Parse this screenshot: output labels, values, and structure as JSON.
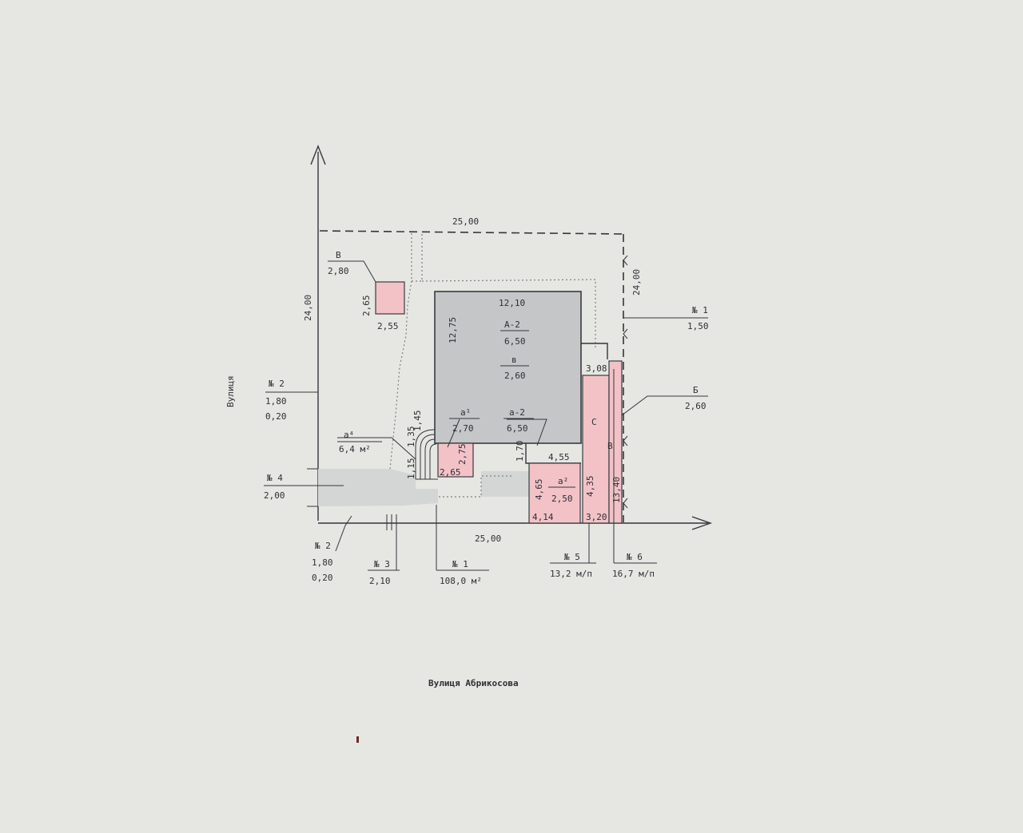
{
  "plot": {
    "width_top": "25,00",
    "width_bottom": "25,00",
    "height_left": "24,00",
    "height_right": "24,00"
  },
  "house": {
    "width": "12,10",
    "height": "12,75",
    "label": "A-2",
    "area": "6,50",
    "sub_label": "в",
    "sub_value": "2,60",
    "ext_label": "а-2",
    "ext_value": "6,50",
    "ext_side": "1,70",
    "ext_width": "4,55"
  },
  "shed_v": {
    "label": "В",
    "height_label": "2,80",
    "side_a": "2,65",
    "side_b": "2,55"
  },
  "porch": {
    "label": "а¹",
    "value": "2,70",
    "side_a": "2,75",
    "side_b": "2,65"
  },
  "stairs": {
    "label": "а⁴",
    "area": "6,4 м²",
    "dim_a": "1,45",
    "dim_b": "1,35",
    "dim_c": "1,15"
  },
  "annex_a2": {
    "label": "а²",
    "value": "2,50",
    "side_a": "4,65",
    "side_b": "4,14"
  },
  "garage": {
    "dim_top": "3,08",
    "side": "4,35",
    "bottom": "3,20",
    "letter_a": "С",
    "letter_b": "В"
  },
  "building_b": {
    "label": "Б",
    "height": "2,60",
    "length": "13,40"
  },
  "street_left": "Вулиця",
  "street_bottom": "Вулиця Абрикосова",
  "callouts": {
    "n1_top": {
      "num": "№ 1",
      "value": "1,50"
    },
    "n2_left": {
      "num": "№ 2",
      "v1": "1,80",
      "v2": "0,20"
    },
    "n4": {
      "num": "№ 4",
      "value": "2,00"
    },
    "n2_bottom": {
      "num": "№ 2",
      "v1": "1,80",
      "v2": "0,20"
    },
    "n3": {
      "num": "№ 3",
      "value": "2,10"
    },
    "n1_bottom": {
      "num": "№ 1",
      "value": "108,0 м²"
    },
    "n5": {
      "num": "№ 5",
      "value": "13,2 м/п"
    },
    "n6": {
      "num": "№ 6",
      "value": "16,7 м/п"
    }
  },
  "colors": {
    "paper": "#e6e7e2",
    "building": "#c4c6c8",
    "extension": "#f2c2c7",
    "line": "#34353d"
  }
}
